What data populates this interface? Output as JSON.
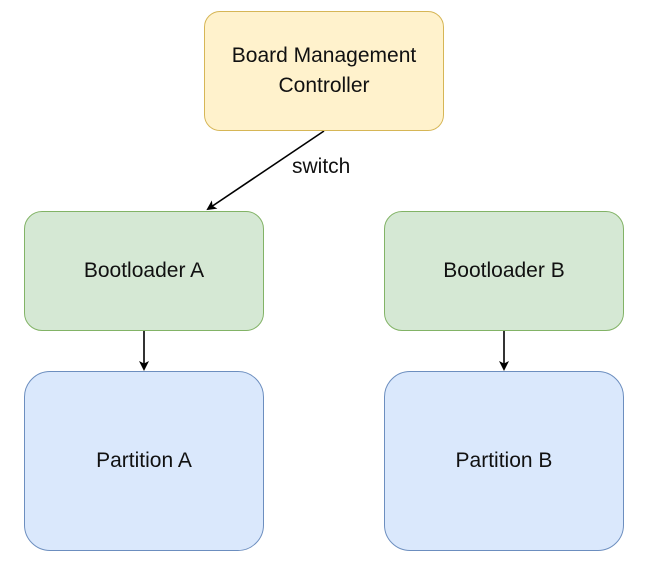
{
  "nodes": {
    "bmc": {
      "line1": "Board Management",
      "line2": "Controller"
    },
    "bootloader_a": {
      "label": "Bootloader A"
    },
    "bootloader_b": {
      "label": "Bootloader B"
    },
    "partition_a": {
      "label": "Partition A"
    },
    "partition_b": {
      "label": "Partition B"
    }
  },
  "edges": {
    "switch_label": "switch"
  },
  "colors": {
    "bmc_fill": "#fff2cc",
    "bmc_stroke": "#d6b656",
    "bootloader_fill": "#d5e8d4",
    "bootloader_stroke": "#82b366",
    "partition_fill": "#dae8fc",
    "partition_stroke": "#6c8ebf",
    "edge": "#000000"
  }
}
